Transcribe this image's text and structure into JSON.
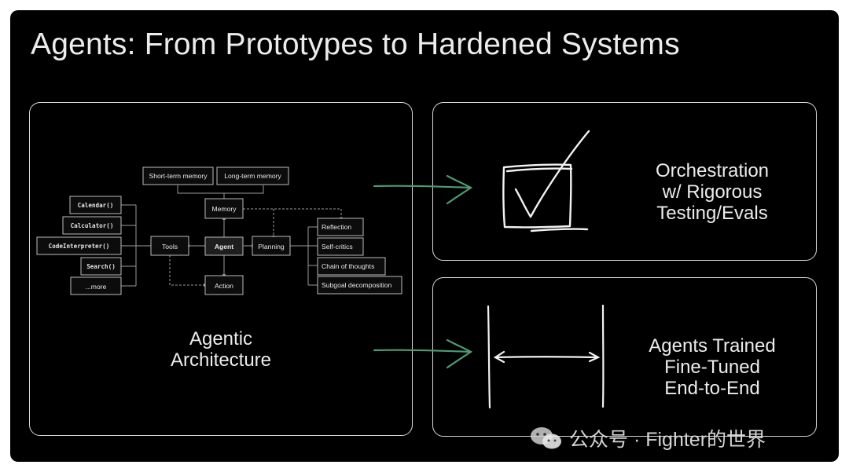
{
  "slide": {
    "title": "Agents: From Prototypes to Hardened Systems",
    "background": "#000000"
  },
  "diagram": {
    "memory_types": [
      "Short-term memory",
      "Long-term memory"
    ],
    "memory": "Memory",
    "agent": "Agent",
    "tools": "Tools",
    "planning": "Planning",
    "action": "Action",
    "tool_list": [
      "Calendar()",
      "Calculator()",
      "CodeInterpreter()",
      "Search()",
      "...more"
    ],
    "planning_list": [
      "Reflection",
      "Self-critics",
      "Chain of thoughts",
      "Subgoal decomposition"
    ]
  },
  "labels": {
    "architecture": [
      "Agentic",
      "Architecture"
    ],
    "orchestration": [
      "Orchestration",
      "w/ Rigorous",
      "Testing/Evals"
    ],
    "trained": [
      "Agents Trained",
      "Fine-Tuned",
      "End-to-End"
    ]
  },
  "icons": {
    "check": "checkbox-sketch-icon",
    "span": "span-arrow-sketch-icon",
    "arrow": "green-arrow-icon"
  },
  "colors": {
    "arrow": "#4e9a73",
    "stroke": "#d9d9d9"
  },
  "watermark": "公众号 · Fighter的世界"
}
